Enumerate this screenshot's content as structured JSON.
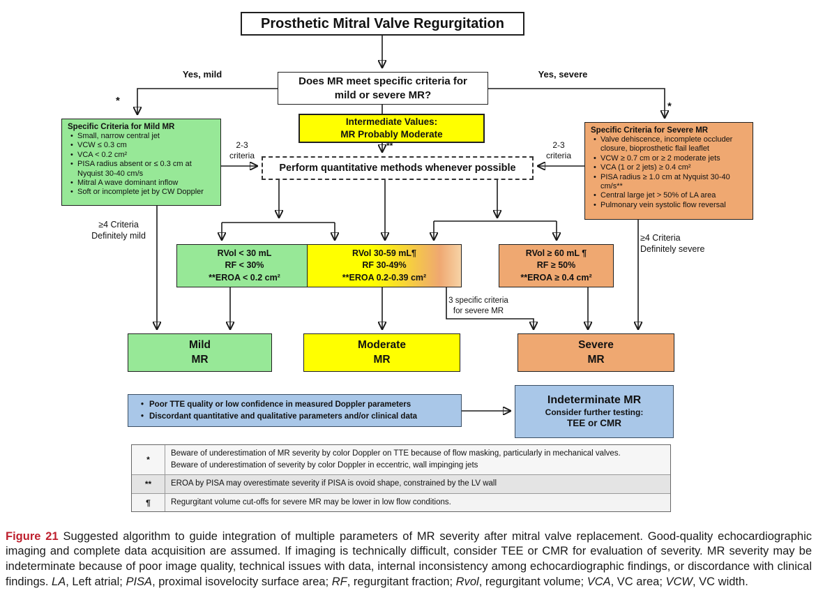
{
  "flowchart": {
    "title": "Prosthetic Mitral Valve Regurgitation",
    "question": "Does MR  meet specific criteria for\nmild or severe MR?",
    "intermediate": "Intermediate Values:\nMR Probably Moderate",
    "quantitative": "Perform quantitative methods  whenever possible",
    "mild_criteria": {
      "title": "Specific Criteria for Mild MR",
      "items": [
        "Small, narrow central jet",
        "VCW ≤ 0.3 cm",
        "VCA < 0.2 cm²",
        "PISA radius absent or ≤ 0.3 cm at Nyquist 30-40 cm/s",
        "Mitral A wave dominant inflow",
        "Soft or incomplete jet by CW Doppler"
      ]
    },
    "severe_criteria": {
      "title": "Specific Criteria for Severe MR",
      "items": [
        "Valve dehiscence, incomplete occluder closure, bioprosthetic flail leaflet",
        "VCW ≥ 0.7 cm or ≥ 2 moderate jets",
        "VCA (1 or 2 jets) ≥ 0.4 cm²",
        "PISA radius ≥ 1.0 cm at Nyquist 30-40 cm/s**",
        "Central large jet > 50% of LA area",
        "Pulmonary vein systolic flow reversal"
      ]
    },
    "rvol_mild": "RVol < 30 mL\nRF < 30%\n**EROA < 0.2 cm²",
    "rvol_moderate": "RVol 30-59 mL¶\nRF 30-49%\n**EROA 0.2-0.39 cm²",
    "rvol_severe": "RVol ≥ 60 mL ¶\nRF ≥ 50%\n**EROA ≥ 0.4  cm²",
    "outcome_mild": "Mild\nMR",
    "outcome_moderate": "Moderate\nMR",
    "outcome_severe": "Severe\nMR",
    "labels": {
      "yes_mild": "Yes, mild",
      "yes_severe": "Yes, severe",
      "asterisk": "*",
      "double_asterisk": "**",
      "criteria_2_3": "2-3\ncriteria",
      "ge4_mild": "≥4 Criteria\nDefinitely mild",
      "ge4_severe": "≥4 Criteria\nDefinitely severe",
      "three_specific": "3 specific criteria\nfor severe MR"
    },
    "notes_items": [
      "Poor TTE quality or low confidence in measured Doppler parameters",
      "Discordant quantitative and qualitative parameters and/or clinical data"
    ],
    "indeterminate": {
      "title": "Indeterminate MR",
      "line2": "Consider further testing:",
      "line3": "TEE or CMR"
    }
  },
  "footnotes": [
    {
      "symbol": "*",
      "text": "Beware of underestimation of MR severity by color Doppler on TTE because of flow masking, particularly in mechanical valves.\nBeware of  underestimation of severity by color Doppler in eccentric, wall impinging jets"
    },
    {
      "symbol": "**",
      "text": "EROA by PISA may overestimate severity if PISA is ovoid shape, constrained by the LV wall"
    },
    {
      "symbol": "¶",
      "text": "Regurgitant volume cut-offs for severe MR may be lower in low flow conditions."
    }
  ],
  "caption": {
    "segments": [
      {
        "text": "Figure 21"
      },
      {
        "text": "  Suggested algorithm to guide integration of multiple parameters of MR severity after mitral valve replacement. Good-quality echocardiographic imaging and complete data acquisition are assumed. If imaging is technically difficult, consider TEE or CMR for evaluation of severity. MR severity may be indeterminate because of poor image quality, technical issues with data, internal inconsistency among echocardiographic findings, or discordance with clinical findings. "
      },
      {
        "text": "LA"
      },
      {
        "text": ", Left atrial; "
      },
      {
        "text": "PISA"
      },
      {
        "text": ", proximal isovelocity surface area; "
      },
      {
        "text": "RF"
      },
      {
        "text": ", regurgitant fraction; "
      },
      {
        "text": "Rvol"
      },
      {
        "text": ", regurgitant volume; "
      },
      {
        "text": "VCA"
      },
      {
        "text": ", VC area; "
      },
      {
        "text": "VCW"
      },
      {
        "text": ", VC width."
      }
    ]
  },
  "colors": {
    "green": "#97e897",
    "yellow": "#ffff00",
    "orange": "#efa871",
    "orange-light": "#f7d3a6",
    "blue": "#a9c7e8",
    "figure-red": "#be202e",
    "line": "#1a1a1a"
  }
}
